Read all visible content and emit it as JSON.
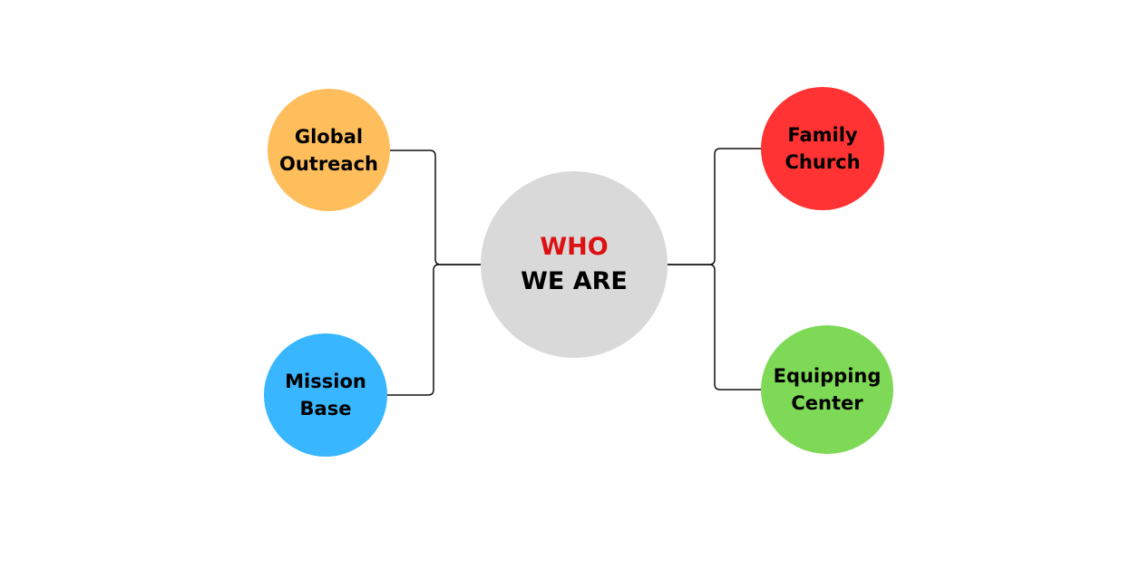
{
  "center": {
    "line1": "WHO",
    "line2": "WE ARE",
    "line1_color": "#DD1111",
    "fill": "#D9D9D9"
  },
  "nodes": {
    "global_outreach": {
      "line1": "Global",
      "line2": "Outreach",
      "fill": "#FFBE5C"
    },
    "mission_base": {
      "line1": "Mission",
      "line2": "Base",
      "fill": "#38B6FF"
    },
    "family_church": {
      "line1": "Family",
      "line2": "Church",
      "fill": "#FF3333"
    },
    "equipping_center": {
      "line1": "Equipping",
      "line2": "Center",
      "fill": "#7ED957"
    }
  }
}
